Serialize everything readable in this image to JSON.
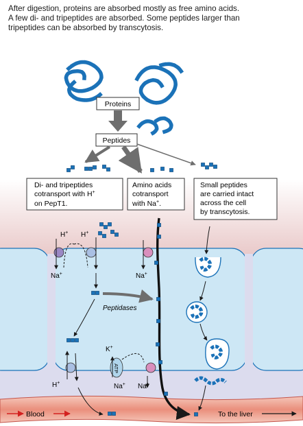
{
  "caption": {
    "line1": "After digestion, proteins are absorbed mostly as free amino acids.",
    "line2": "A few di- and tripeptides are absorbed. Some peptides larger than",
    "line3": "tripeptides can be absorbed by transcytosis."
  },
  "labels": {
    "proteins": "Proteins",
    "peptides": "Peptides",
    "peptidases": "Peptidases",
    "blood": "Blood",
    "to_liver": "To the liver",
    "atp": "ATP"
  },
  "boxes": {
    "dipeptides": {
      "l1": "Di- and tripeptides",
      "l2": "cotransport with H",
      "l2sup": "+",
      "l3": "on PepT1."
    },
    "amino_acids": {
      "l1": "Amino acids",
      "l2": "cotransport",
      "l3": "with Na",
      "l3sup": "+",
      "l3end": "."
    },
    "small_peptides": {
      "l1": "Small peptides",
      "l2": "are carried intact",
      "l3": "across the cell",
      "l4": "by transcytosis."
    }
  },
  "ions": {
    "h": "H",
    "na": "Na",
    "k": "K",
    "plus": "+"
  },
  "colors": {
    "chain": "#1b72b8",
    "lumen": "#f1dcdc",
    "cell": "#cde7f5",
    "basal": "#d9d9ec",
    "blood": "#f2b6a8",
    "arrow_gray": "#6e6e6e",
    "transporter_pepT1": "#9b88c4",
    "transporter_sglt": "#d98fbd",
    "transporter_blue": "#a9bfe3"
  }
}
